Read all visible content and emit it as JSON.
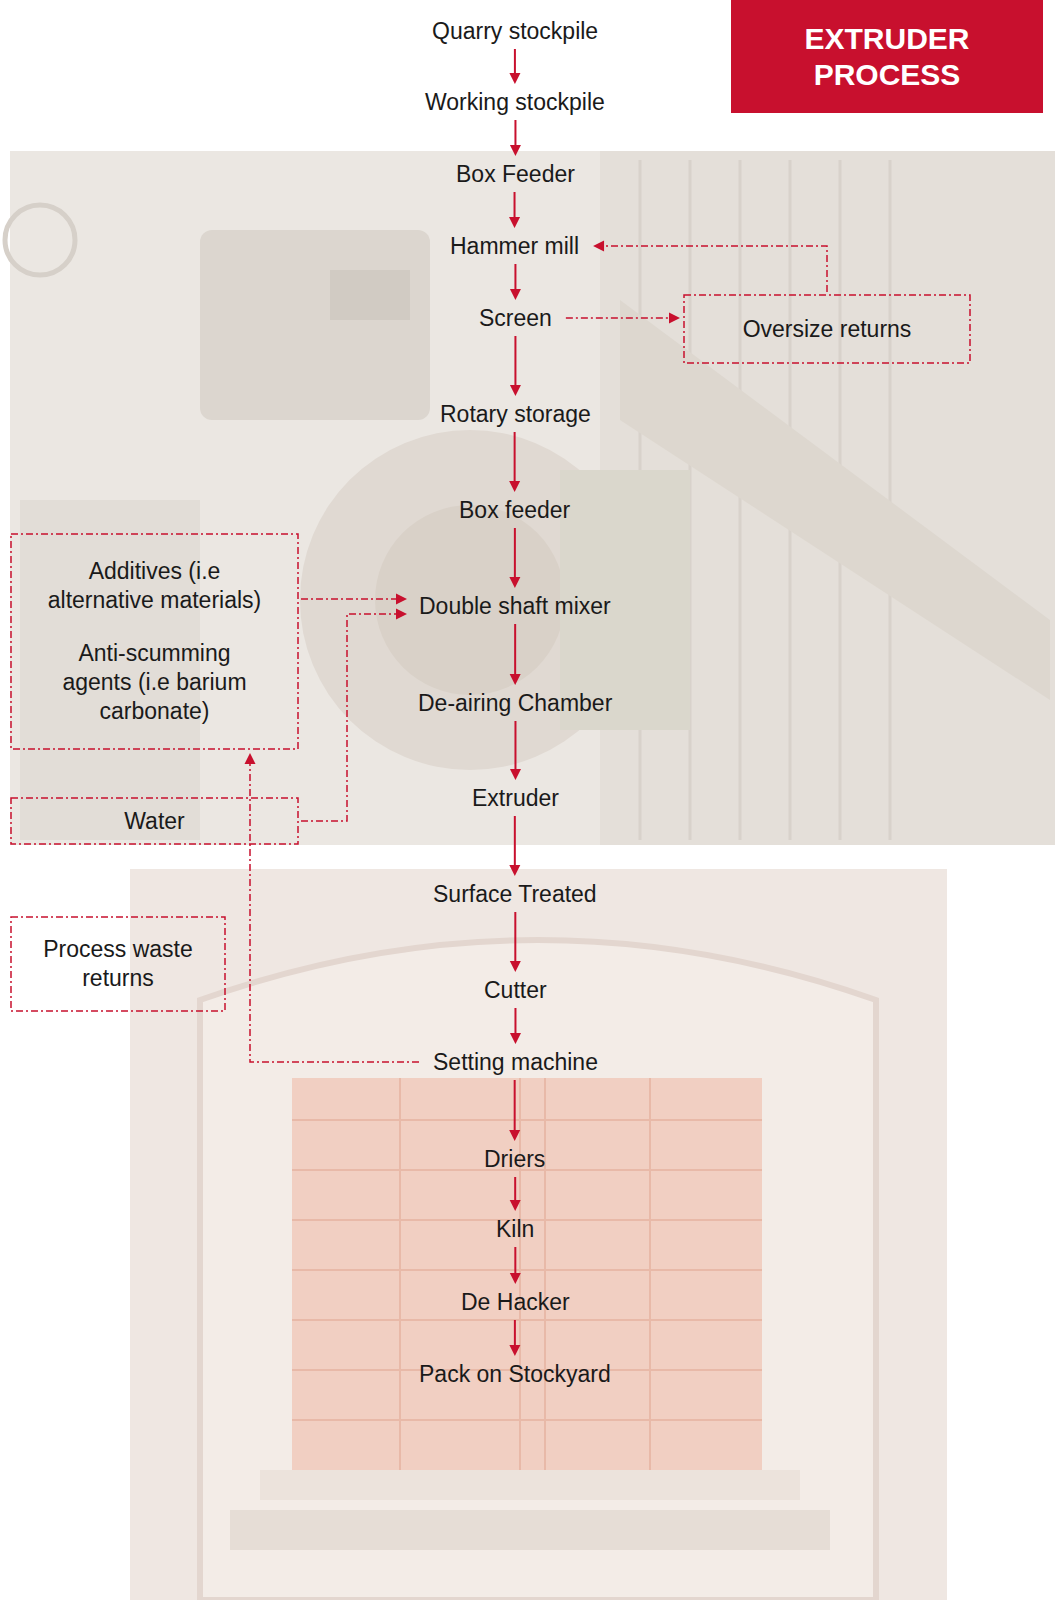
{
  "diagram": {
    "title": "EXTRUDER PROCESS",
    "nodes": [
      {
        "text": [
          "Quarry stockpile"
        ]
      },
      {
        "text": [
          "Working stockpile"
        ]
      },
      {
        "text": [
          "Box Feeder"
        ]
      },
      {
        "text": [
          "Hammer mill"
        ]
      },
      {
        "text": [
          "Screen"
        ]
      },
      {
        "text": [
          "Oversize returns"
        ]
      },
      {
        "text": [
          "Rotary storage"
        ]
      },
      {
        "text": [
          "Box feeder"
        ]
      },
      {
        "text": [
          "Additives (i.e alternative materials)",
          "Anti-scumming agents (i.e barium carbonate)"
        ]
      },
      {
        "text": [
          "Double shaft mixer"
        ]
      },
      {
        "text": [
          "De-airing Chamber"
        ]
      },
      {
        "text": [
          "Extruder"
        ]
      },
      {
        "text": [
          "Water"
        ]
      },
      {
        "text": [
          "Surface Treated"
        ]
      },
      {
        "text": [
          "Process waste returns"
        ]
      },
      {
        "text": [
          "Cutter"
        ]
      },
      {
        "text": [
          "Setting machine"
        ]
      },
      {
        "text": [
          "Driers"
        ]
      },
      {
        "text": [
          "Kiln"
        ]
      },
      {
        "text": [
          "De Hacker"
        ]
      },
      {
        "text": [
          "Pack on Stockyard"
        ]
      }
    ],
    "edges": [
      {
        "from": 0,
        "to": 1,
        "arrow": "to"
      },
      {
        "from": 1,
        "to": 2,
        "arrow": "to"
      },
      {
        "from": 2,
        "to": 3,
        "arrow": "to"
      },
      {
        "from": 3,
        "to": 4,
        "arrow": "to"
      },
      {
        "from": 4,
        "to": 5,
        "arrow": "to"
      },
      {
        "from": 5,
        "to": 3,
        "arrow": "to"
      },
      {
        "from": 4,
        "to": 6,
        "arrow": "to"
      },
      {
        "from": 6,
        "to": 7,
        "arrow": "to"
      },
      {
        "from": 7,
        "to": 9,
        "arrow": "to"
      },
      {
        "from": 8,
        "to": 9,
        "arrow": "to"
      },
      {
        "from": 12,
        "to": 9,
        "arrow": "to"
      },
      {
        "from": 9,
        "to": 10,
        "arrow": "to"
      },
      {
        "from": 10,
        "to": 11,
        "arrow": "to"
      },
      {
        "from": 11,
        "to": 13,
        "arrow": "to"
      },
      {
        "from": 13,
        "to": 15,
        "arrow": "to"
      },
      {
        "from": 15,
        "to": 16,
        "arrow": "to"
      },
      {
        "from": 16,
        "to": 8,
        "arrow": "to"
      },
      {
        "from": 16,
        "to": 17,
        "arrow": "to"
      },
      {
        "from": 17,
        "to": 18,
        "arrow": "to"
      },
      {
        "from": 18,
        "to": 19,
        "arrow": "to"
      },
      {
        "from": 19,
        "to": 20,
        "arrow": "to"
      }
    ]
  }
}
